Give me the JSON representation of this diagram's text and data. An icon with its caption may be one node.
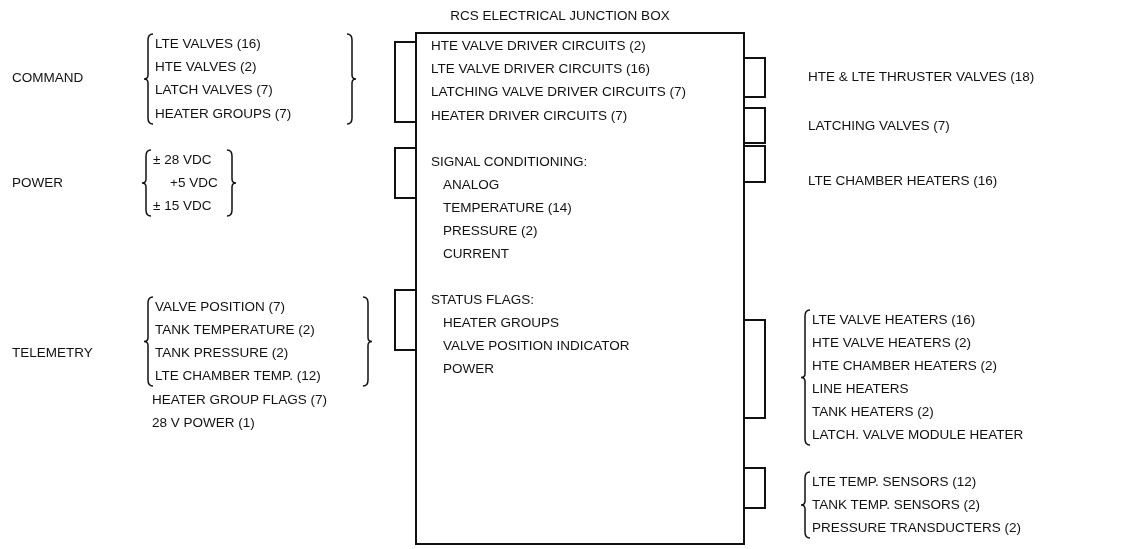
{
  "diagram": {
    "nodes": [
      {
        "text": [
          "RCS ELECTRICAL JUNCTION BOX",
          "HTE VALVE DRIVER CIRCUITS (2)",
          "LTE VALVE DRIVER CIRCUITS (16)",
          "LATCHING VALVE DRIVER CIRCUITS (7)",
          "HEATER DRIVER CIRCUITS (7)",
          "SIGNAL CONDITIONING:",
          "ANALOG",
          "TEMPERATURE (14)",
          "PRESSURE (2)",
          "CURRENT",
          "STATUS FLAGS:",
          "HEATER GROUPS",
          "VALVE POSITION INDICATOR",
          "POWER"
        ]
      }
    ],
    "edges": [],
    "labels": [
      "COMMAND",
      "LTE VALVES (16)",
      "HTE VALVES (2)",
      "LATCH VALVES (7)",
      "HEATER GROUPS (7)",
      "POWER",
      "± 28 VDC",
      "+5 VDC",
      "± 15 VDC",
      "TELEMETRY",
      "VALVE POSITION (7)",
      "TANK TEMPERATURE (2)",
      "TANK PRESSURE (2)",
      "LTE CHAMBER TEMP. (12)",
      "HEATER GROUP FLAGS (7)",
      "28 V POWER (1)",
      "HTE & LTE THRUSTER VALVES (18)",
      "LATCHING VALVES (7)",
      "LTE CHAMBER HEATERS (16)",
      "LTE VALVE HEATERS (16)",
      "HTE VALVE HEATERS (2)",
      "HTE CHAMBER HEATERS (2)",
      "LINE HEATERS",
      "TANK HEATERS (2)",
      "LATCH. VALVE MODULE HEATER",
      "LTE TEMP. SENSORS (12)",
      "TANK TEMP. SENSORS (2)",
      "PRESSURE TRANSDUCTERS (2)"
    ]
  }
}
